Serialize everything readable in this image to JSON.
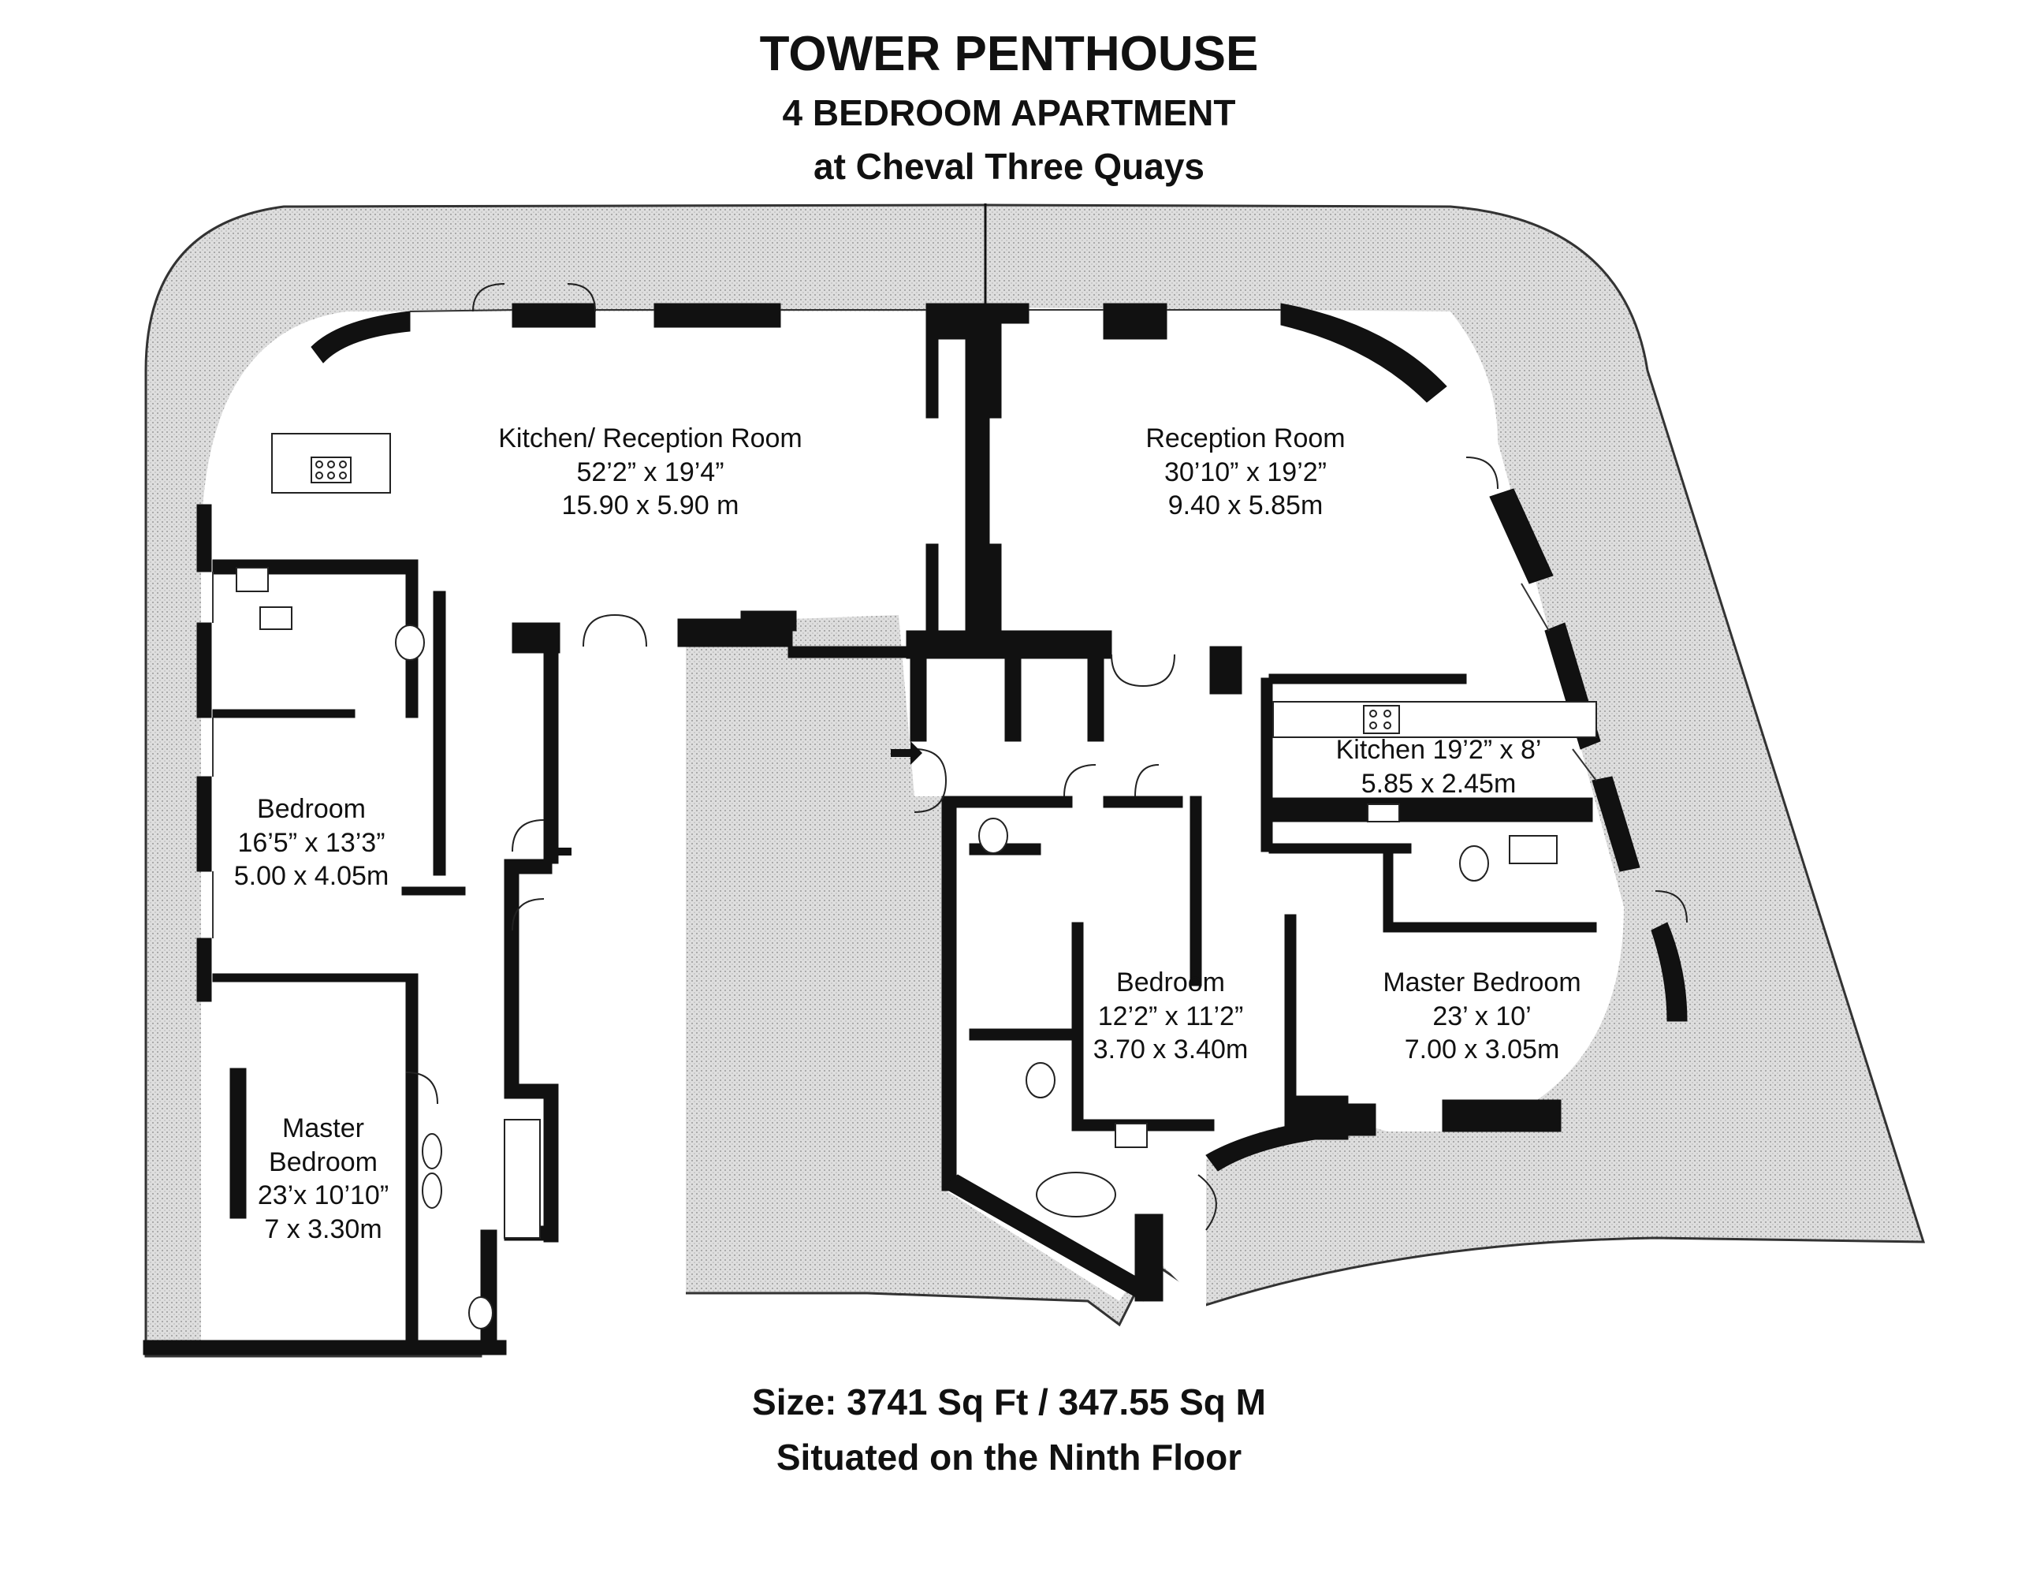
{
  "header": {
    "title": "TOWER PENTHOUSE",
    "subtitle": "4 BEDROOM APARTMENT",
    "location": "at Cheval Three Quays"
  },
  "rooms": {
    "kitchen_reception": {
      "name": "Kitchen/ Reception Room",
      "imperial": "52’2” x 19’4”",
      "metric": "15.90 x 5.90 m"
    },
    "reception": {
      "name": "Reception Room",
      "imperial": "30’10” x 19’2”",
      "metric": "9.40 x 5.85m"
    },
    "kitchen": {
      "name": "Kitchen 19’2” x 8’",
      "metric": "5.85 x 2.45m"
    },
    "bedroom_left": {
      "name": "Bedroom",
      "imperial": "16’5” x 13’3”",
      "metric": "5.00 x 4.05m"
    },
    "master_left": {
      "name_line1": "Master",
      "name_line2": "Bedroom",
      "imperial": "23’x 10’10”",
      "metric": "7 x 3.30m"
    },
    "bedroom_center": {
      "name": "Bedroom",
      "imperial": "12’2” x 11’2”",
      "metric": "3.70 x 3.40m"
    },
    "master_right": {
      "name": "Master Bedroom",
      "imperial": "23’ x 10’",
      "metric": "7.00 x 3.05m"
    }
  },
  "footer": {
    "size": "Size: 3741 Sq Ft / 347.55 Sq M",
    "floor": "Situated on the Ninth Floor"
  },
  "colors": {
    "wall": "#111111",
    "terrace": "#d4d4d4",
    "background": "#ffffff"
  }
}
